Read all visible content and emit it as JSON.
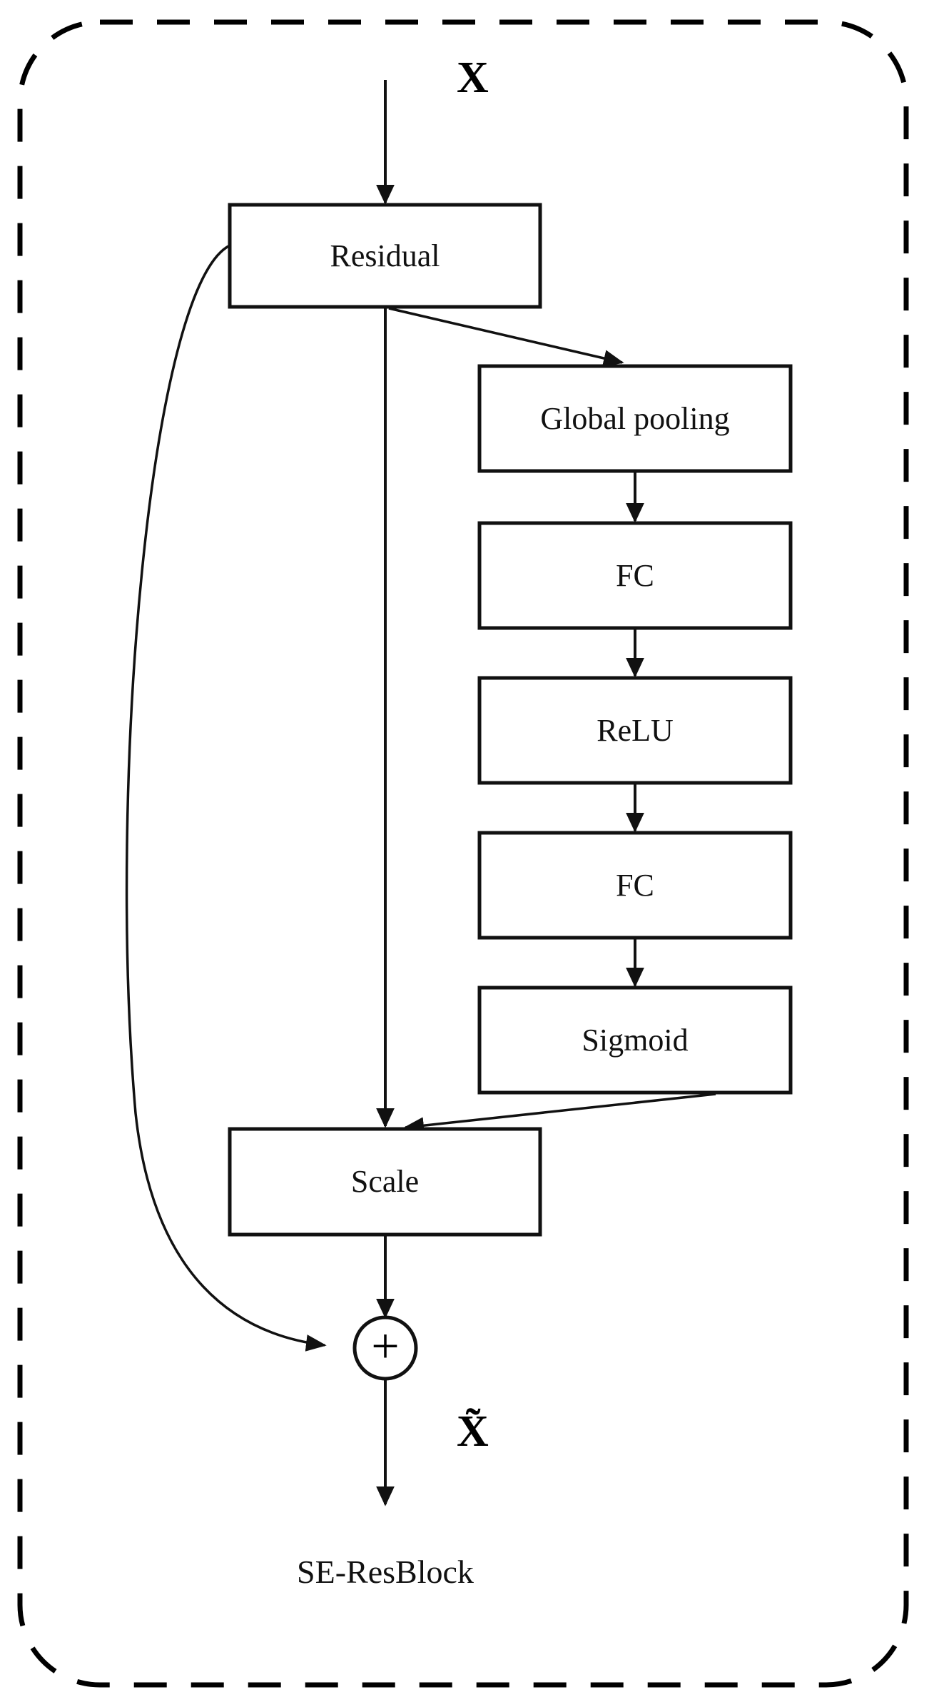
{
  "figure": {
    "caption": "SE-ResBlock",
    "input_label": "X",
    "output_label": "X̃",
    "sum_operator": "+",
    "stroke_color": "#111111",
    "background_color": "#ffffff",
    "container_border_style": "dashed-rounded"
  },
  "nodes": {
    "residual": {
      "label": "Residual"
    },
    "global_pooling": {
      "label": "Global pooling"
    },
    "fc1": {
      "label": "FC"
    },
    "relu": {
      "label": "ReLU"
    },
    "fc2": {
      "label": "FC"
    },
    "sigmoid": {
      "label": "Sigmoid"
    },
    "scale": {
      "label": "Scale"
    },
    "sum": {
      "label": "+"
    }
  },
  "node_list": [
    {
      "id": "residual",
      "label": "Residual"
    },
    {
      "id": "global_pooling",
      "label": "Global pooling"
    },
    {
      "id": "fc1",
      "label": "FC"
    },
    {
      "id": "relu",
      "label": "ReLU"
    },
    {
      "id": "fc2",
      "label": "FC"
    },
    {
      "id": "sigmoid",
      "label": "Sigmoid"
    },
    {
      "id": "scale",
      "label": "Scale"
    }
  ],
  "edges": [
    {
      "from": "X",
      "to": "residual",
      "style": "straight-arrow"
    },
    {
      "from": "residual",
      "to": "scale",
      "style": "straight-arrow"
    },
    {
      "from": "residual",
      "to": "global_pooling",
      "style": "diagonal-arrow"
    },
    {
      "from": "global_pooling",
      "to": "fc1",
      "style": "straight-arrow"
    },
    {
      "from": "fc1",
      "to": "relu",
      "style": "straight-arrow"
    },
    {
      "from": "relu",
      "to": "fc2",
      "style": "straight-arrow"
    },
    {
      "from": "fc2",
      "to": "sigmoid",
      "style": "straight-arrow"
    },
    {
      "from": "sigmoid",
      "to": "scale",
      "style": "diagonal-arrow"
    },
    {
      "from": "scale",
      "to": "sum",
      "style": "straight-arrow"
    },
    {
      "from": "residual",
      "to": "sum",
      "style": "curved-skip-arrow"
    },
    {
      "from": "sum",
      "to": "X̃",
      "style": "straight-arrow"
    }
  ]
}
